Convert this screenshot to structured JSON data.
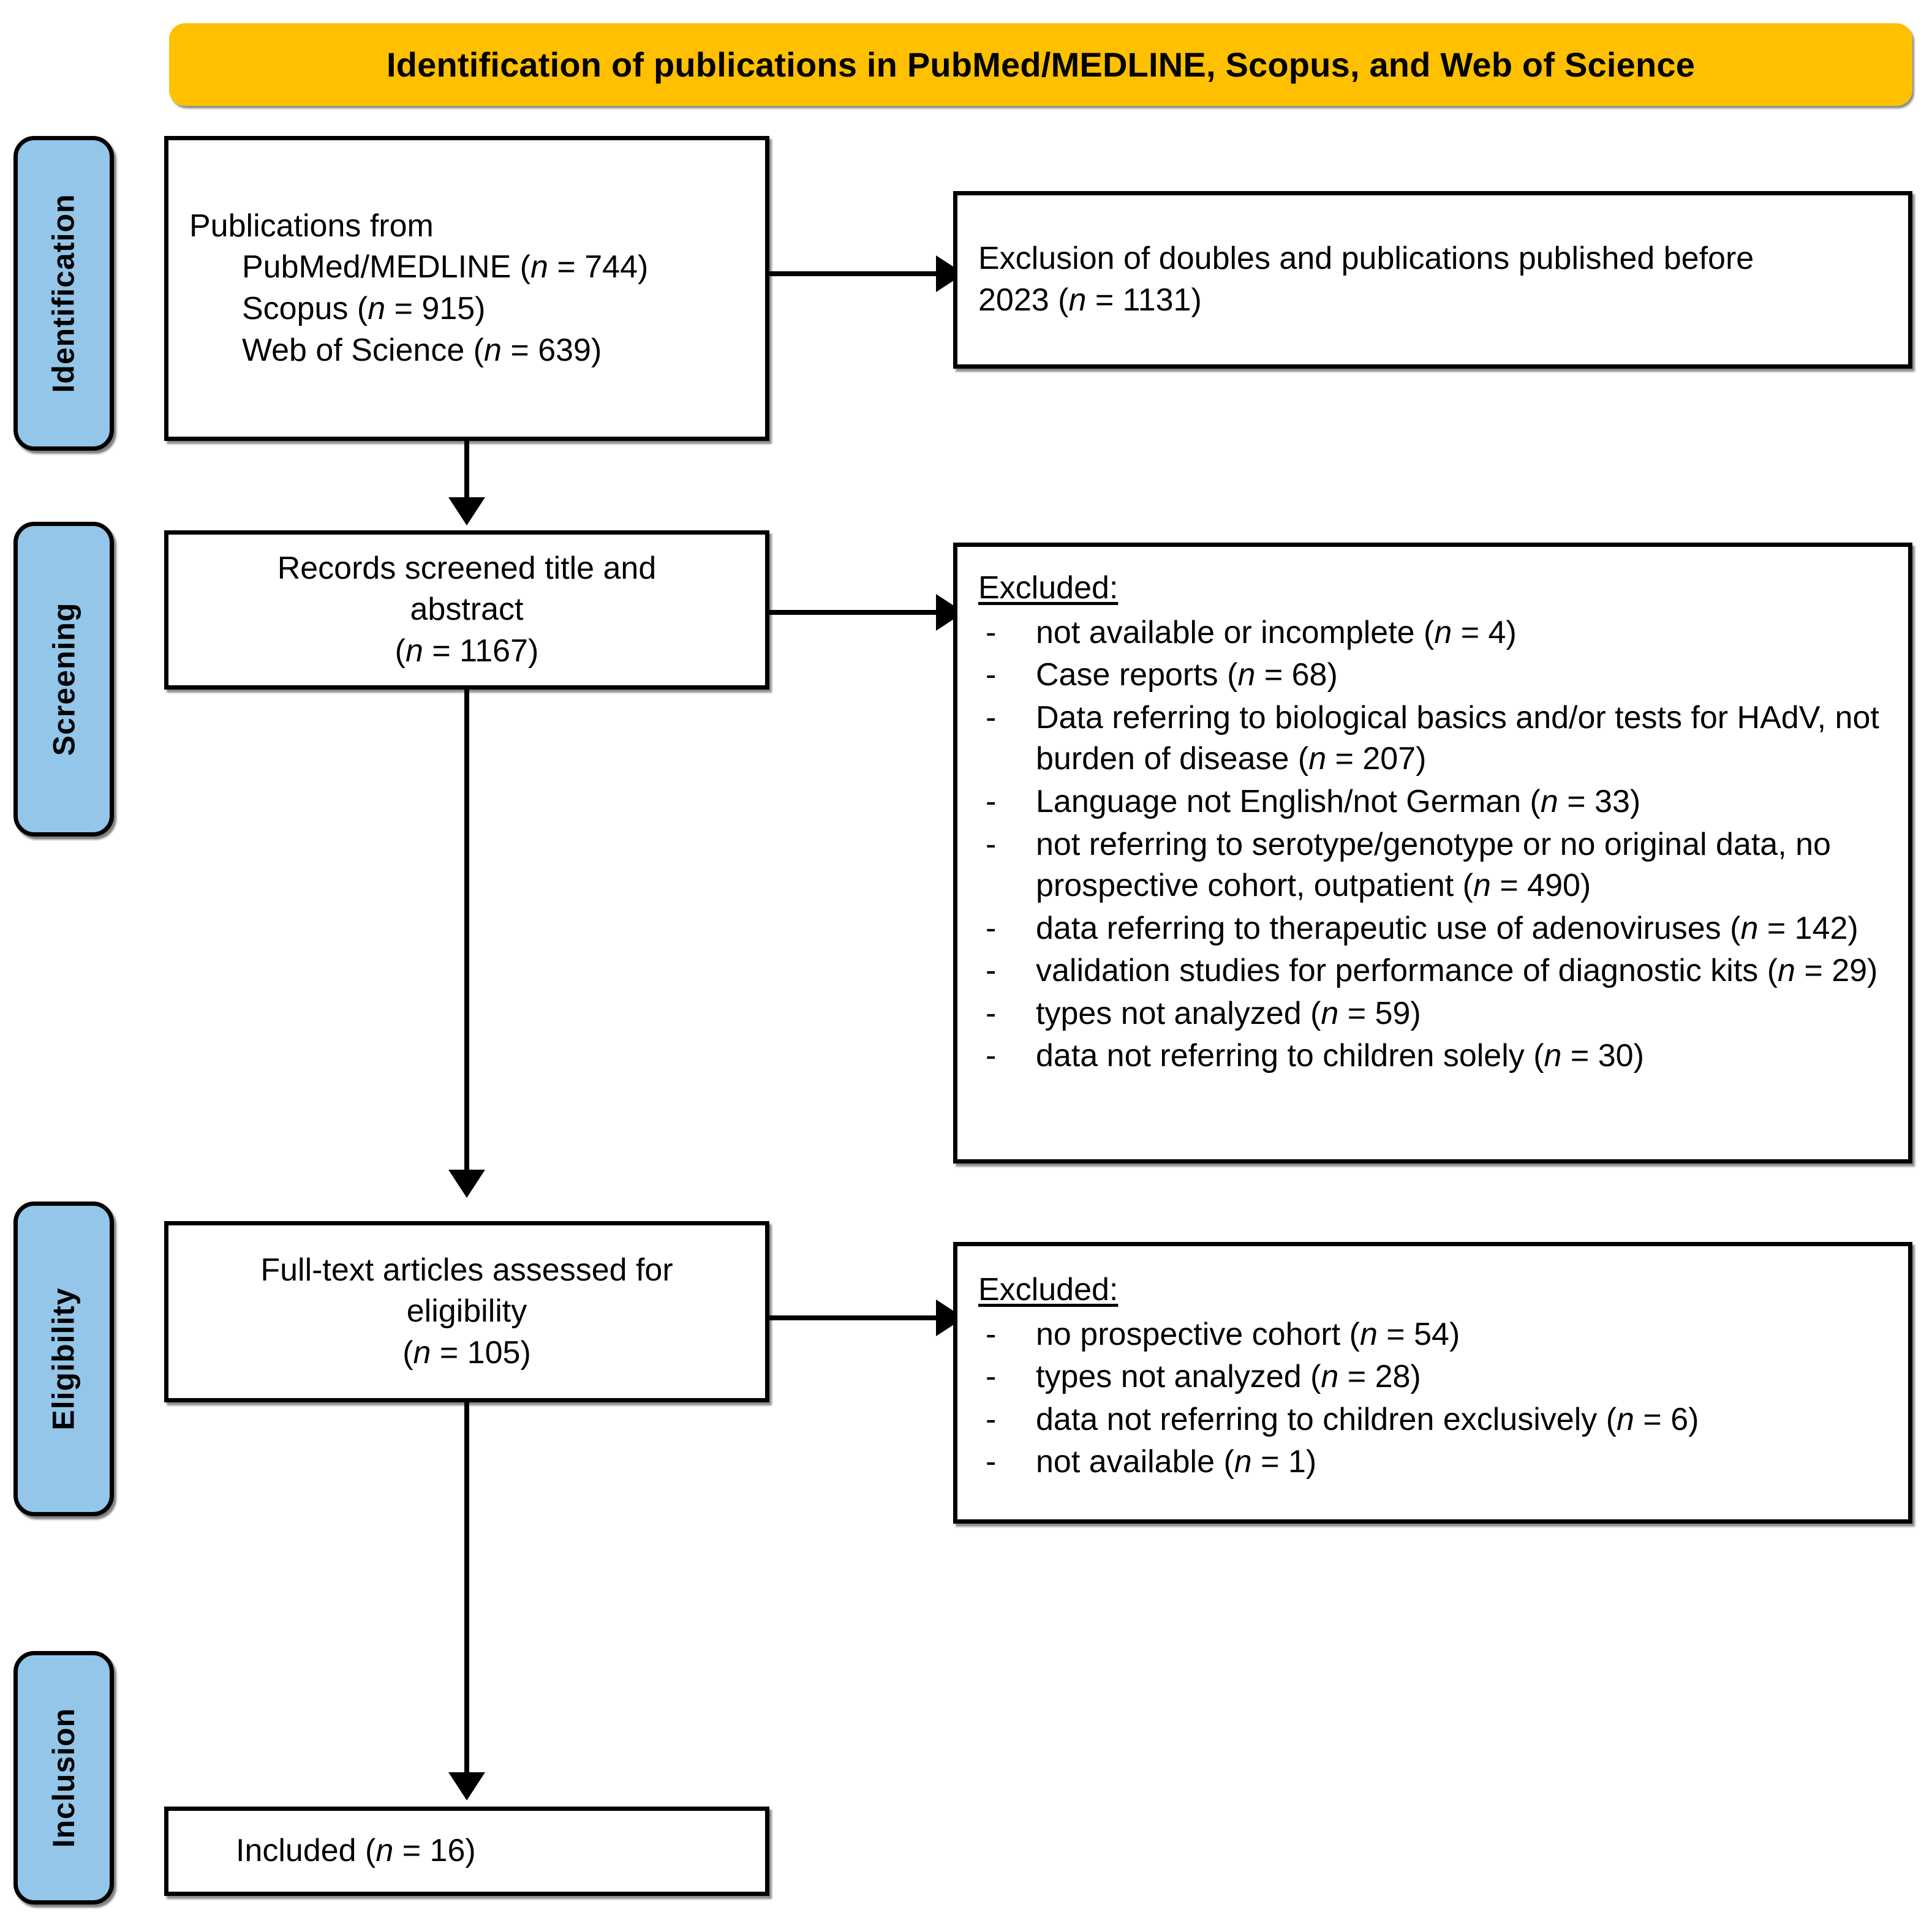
{
  "banner": {
    "title": "Identification of publications in PubMed/MEDLINE, Scopus, and Web of Science",
    "color": "#FFC000"
  },
  "stage_color": "#93C6E8",
  "stages": [
    {
      "label": "Identification"
    },
    {
      "label": "Screening"
    },
    {
      "label": "Eligibility"
    },
    {
      "label": "Inclusion"
    }
  ],
  "identification_box": {
    "line1": "Publications from",
    "line2_text": "PubMed/MEDLINE (",
    "line2_n": "n",
    "line2_val": " = 744)",
    "line3_text": "Scopus (",
    "line3_n": "n",
    "line3_val": " = 915)",
    "line4_text": "Web of Science (",
    "line4_n": "n",
    "line4_val": " = 639)"
  },
  "identification_excluded_box": {
    "text_a": "Exclusion of doubles and publications published before",
    "text_b_pre": "2023 (",
    "text_b_n": "n",
    "text_b_post": " = 1131)"
  },
  "screening_box": {
    "line1": "Records screened title and",
    "line2": "abstract",
    "line3_pre": "(",
    "line3_n": "n",
    "line3_post": " = 1167)"
  },
  "screening_excluded_box": {
    "heading": "Excluded:",
    "items": [
      {
        "text_pre": "not available or incomplete (",
        "n": "n",
        "text_post": " = 4)"
      },
      {
        "text_pre": "Case reports (",
        "n": "n",
        "text_post": " = 68)"
      },
      {
        "text_pre": "Data referring to biological basics and/or tests for HAdV, not burden of disease (",
        "n": "n",
        "text_post": " = 207)"
      },
      {
        "text_pre": "Language not English/not German (",
        "n": "n",
        "text_post": " = 33)"
      },
      {
        "text_pre": "not referring to serotype/genotype or no original data, no prospective cohort, outpatient (",
        "n": "n",
        "text_post": " = 490)"
      },
      {
        "text_pre": "data referring to therapeutic use of adenoviruses (",
        "n": "n",
        "text_post": " = 142)"
      },
      {
        "text_pre": "validation studies for performance of diagnostic kits (",
        "n": "n",
        "text_post": " = 29)"
      },
      {
        "text_pre": "types not analyzed (",
        "n": "n",
        "text_post": " = 59)"
      },
      {
        "text_pre": "data not referring to children solely (",
        "n": "n",
        "text_post": " = 30)"
      }
    ]
  },
  "eligibility_box": {
    "line1": "Full-text articles assessed for",
    "line2": "eligibility",
    "line3_pre": "(",
    "line3_n": "n",
    "line3_post": " = 105)"
  },
  "eligibility_excluded_box": {
    "heading": "Excluded:",
    "items": [
      {
        "text_pre": "no prospective cohort (",
        "n": "n",
        "text_post": " = 54)"
      },
      {
        "text_pre": "types not analyzed (",
        "n": "n",
        "text_post": " = 28)"
      },
      {
        "text_pre": "data not referring to children exclusively (",
        "n": "n",
        "text_post": " = 6)"
      },
      {
        "text_pre": "not available (",
        "n": "n",
        "text_post": " = 1)"
      }
    ]
  },
  "inclusion_box": {
    "text_pre": "Included (",
    "n": "n",
    "text_post": " = 16)"
  }
}
